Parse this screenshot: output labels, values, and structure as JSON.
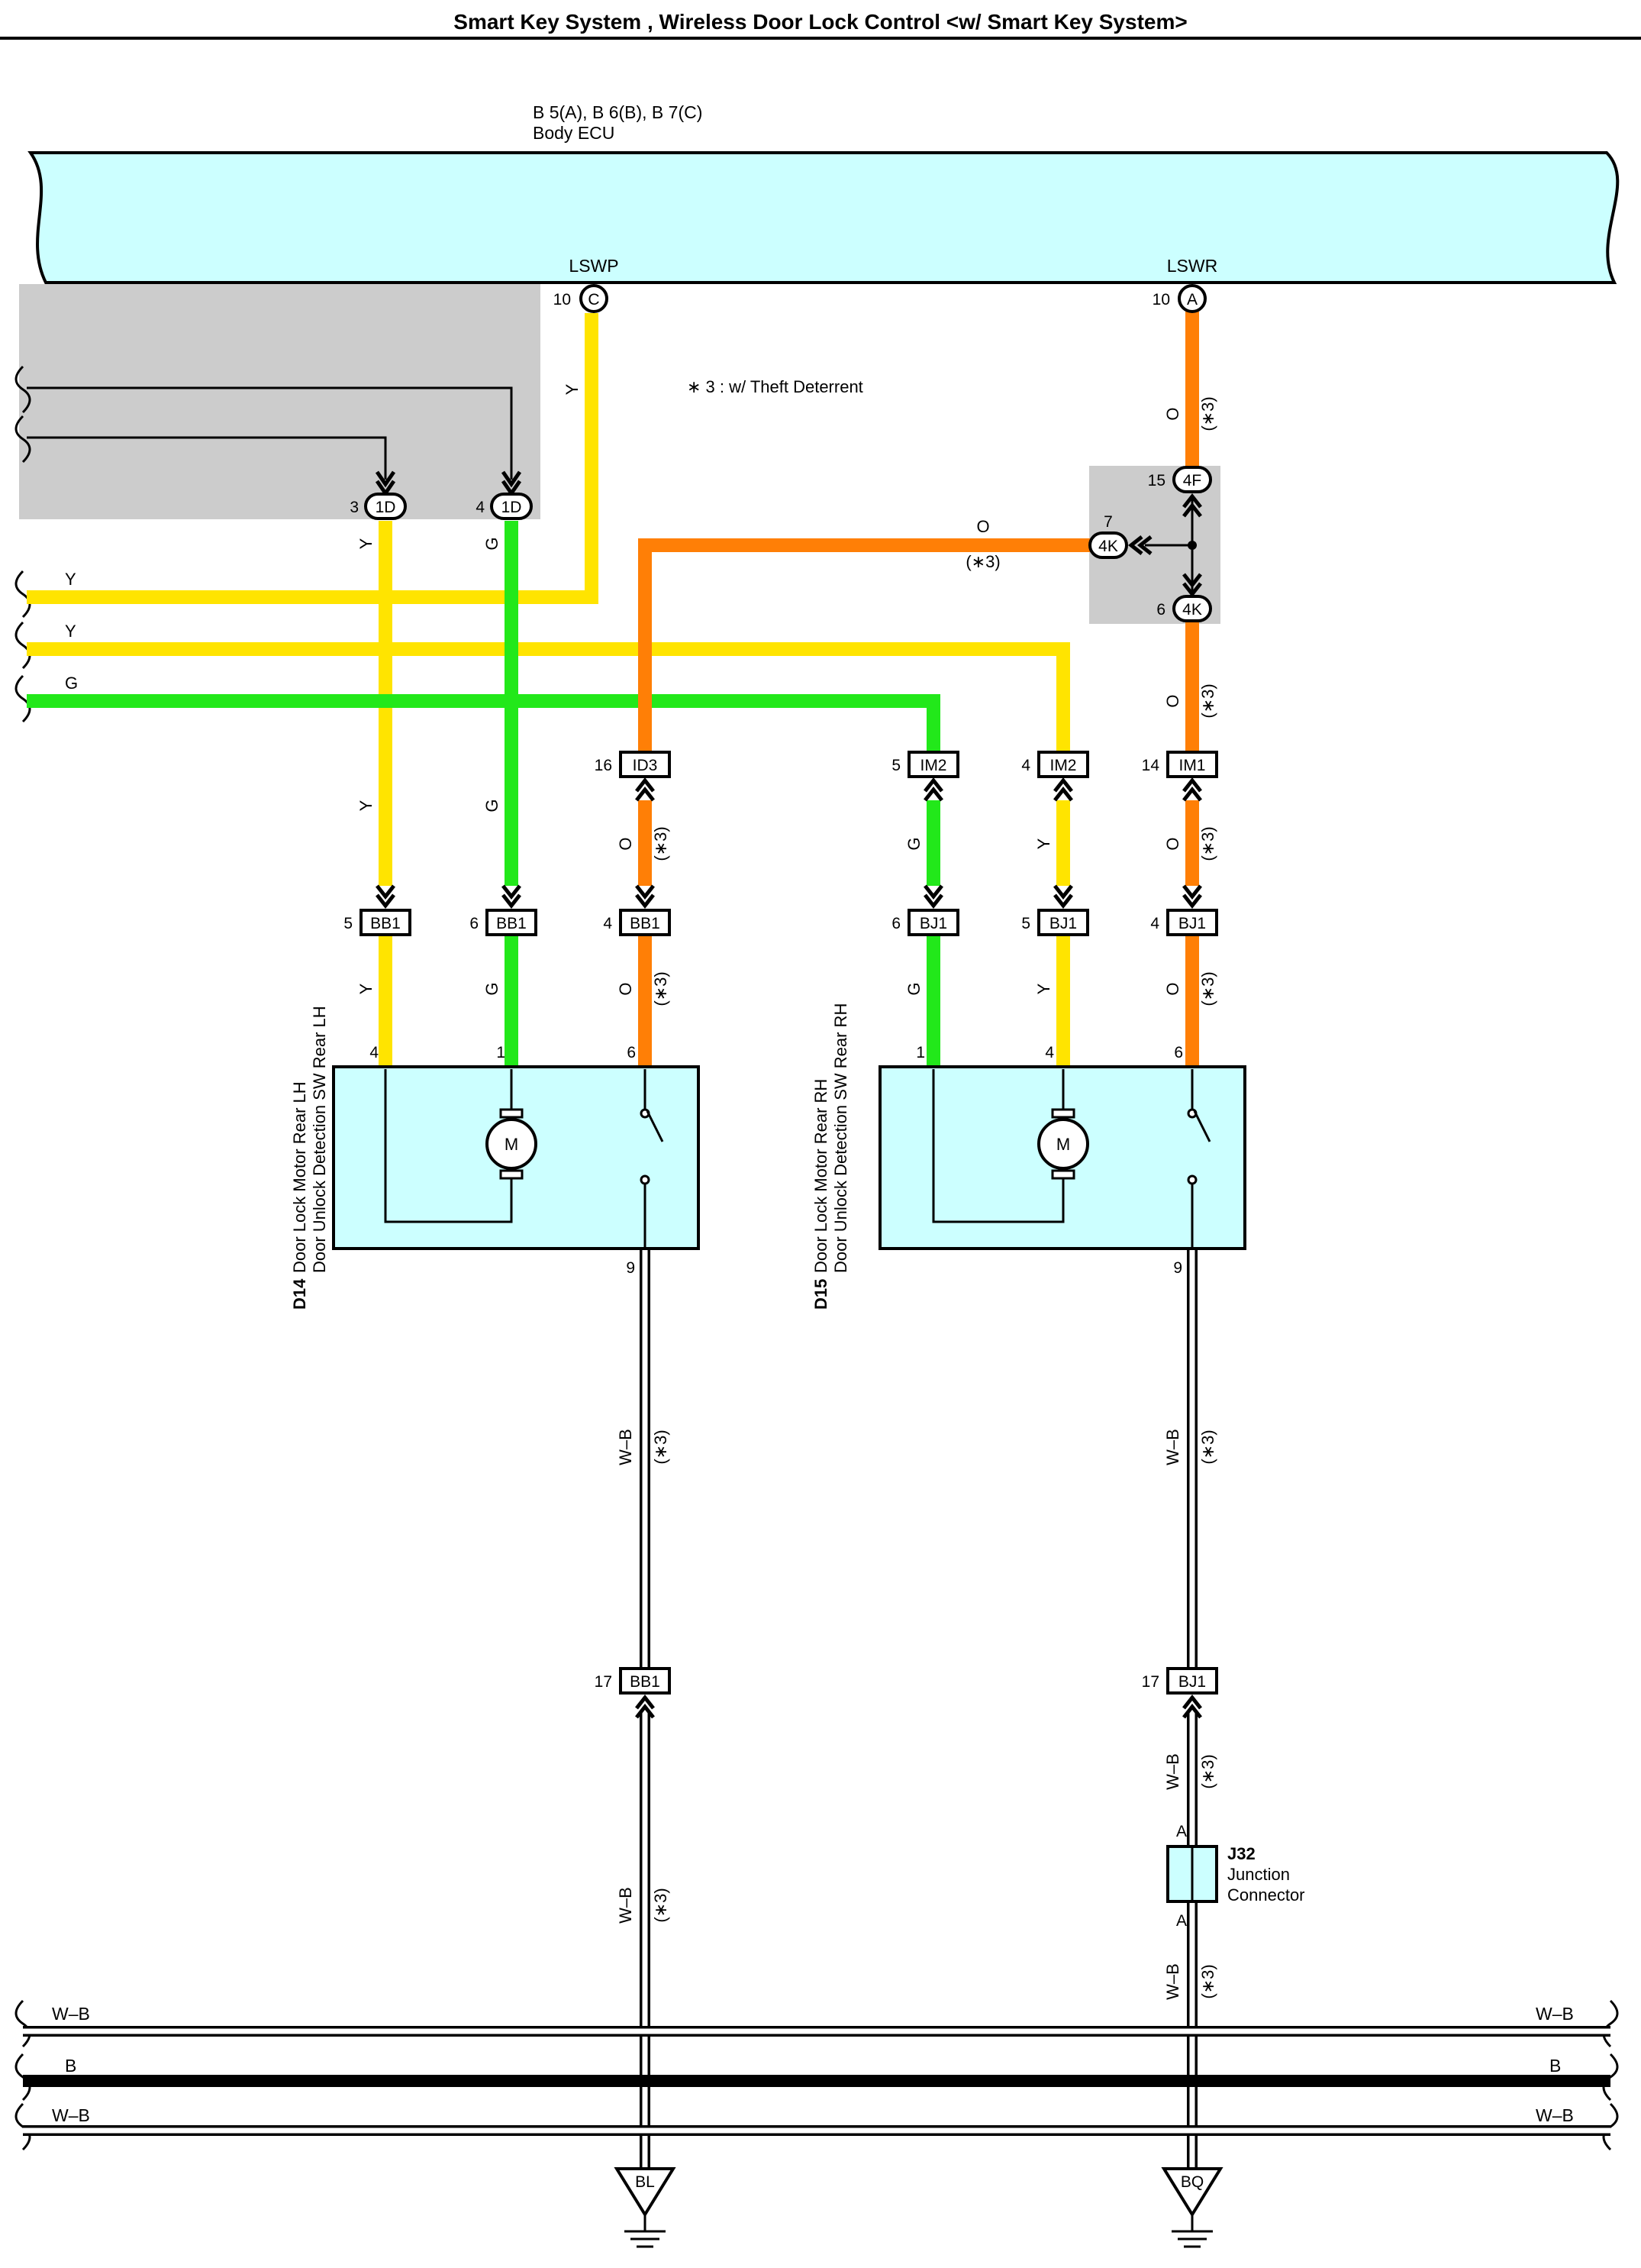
{
  "title": "Smart Key System , Wireless Door Lock Control <w/ Smart Key System>",
  "note": "∗ 3 : w/ Theft Deterrent",
  "star3": "(∗3)",
  "ecu": {
    "connectors": "B 5(A), B 6(B), B 7(C)",
    "name": "Body ECU"
  },
  "terminals": {
    "lswp": {
      "name": "LSWP",
      "pin": "10",
      "conn": "C"
    },
    "lswr": {
      "name": "LSWR",
      "pin": "10",
      "conn": "A"
    }
  },
  "wire_colors": {
    "y": "Y",
    "g": "G",
    "o": "O",
    "wb": "W–B",
    "b": "B"
  },
  "colors": {
    "yellow": "#ffe400",
    "green": "#22e81a",
    "orange": "#ff7f06",
    "ecu_fill": "#ccffff",
    "shade": "#cccccc",
    "black": "#000000"
  },
  "connectors": {
    "c1d_3": {
      "pin": "3",
      "id": "1D"
    },
    "c1d_4": {
      "pin": "4",
      "id": "1D"
    },
    "c4f": {
      "pin": "15",
      "id": "4F"
    },
    "c4k_7": {
      "pin": "7",
      "id": "4K"
    },
    "c4k_6": {
      "pin": "6",
      "id": "4K"
    },
    "id3": {
      "pin": "16",
      "id": "ID3"
    },
    "im2_5": {
      "pin": "5",
      "id": "IM2"
    },
    "im2_4": {
      "pin": "4",
      "id": "IM2"
    },
    "im1": {
      "pin": "14",
      "id": "IM1"
    },
    "bb1_5": {
      "pin": "5",
      "id": "BB1"
    },
    "bb1_6": {
      "pin": "6",
      "id": "BB1"
    },
    "bb1_4": {
      "pin": "4",
      "id": "BB1"
    },
    "bj1_6": {
      "pin": "6",
      "id": "BJ1"
    },
    "bj1_5": {
      "pin": "5",
      "id": "BJ1"
    },
    "bj1_4": {
      "pin": "4",
      "id": "BJ1"
    },
    "bb1_17": {
      "pin": "17",
      "id": "BB1"
    },
    "bj1_17": {
      "pin": "17",
      "id": "BJ1"
    }
  },
  "d14": {
    "code": "D14",
    "line1": "Door Lock Motor Rear LH",
    "line2": "Door Unlock Detection SW Rear LH",
    "pins": [
      "4",
      "1",
      "6",
      "9"
    ]
  },
  "d15": {
    "code": "D15",
    "line1": "Door Lock Motor Rear RH",
    "line2": "Door Unlock Detection SW Rear RH",
    "pins": [
      "1",
      "4",
      "6",
      "9"
    ]
  },
  "motor_label": "M",
  "j32": {
    "code": "J32",
    "line1": "Junction",
    "line2": "Connector",
    "pin": "A"
  },
  "grounds": {
    "left": "BL",
    "right": "BQ"
  }
}
